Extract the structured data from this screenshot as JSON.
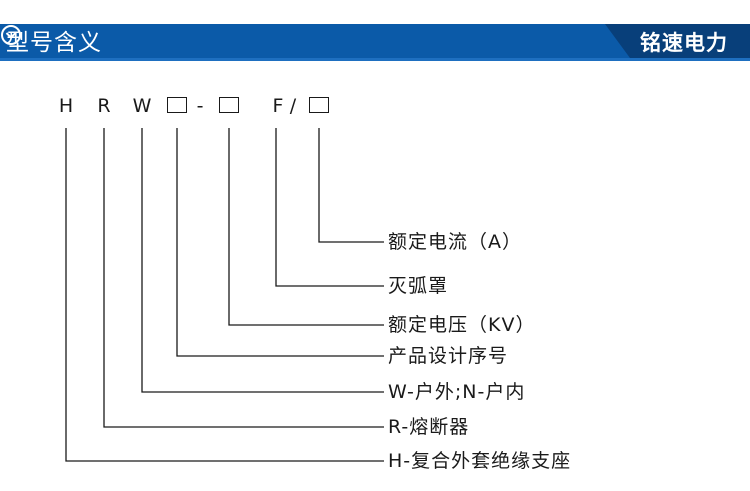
{
  "header": {
    "title": "型号含义",
    "brand": "铭速电力",
    "colors": {
      "bar": "#0b5aa8",
      "bar_dark": "#083f7a",
      "accent_line": "#1e6fc0",
      "text": "#1a1a1a"
    },
    "icon": "chevron-down-circle-icon"
  },
  "model_code": {
    "letters": [
      "H",
      "R",
      "W",
      "-",
      "F",
      "/"
    ]
  },
  "meanings": [
    "额定电流（A）",
    "灭弧罩",
    "额定电压（KV）",
    "产品设计序号",
    "W-户外;N-户内",
    "R-熔断器",
    "H-复合外套绝缘支座"
  ]
}
